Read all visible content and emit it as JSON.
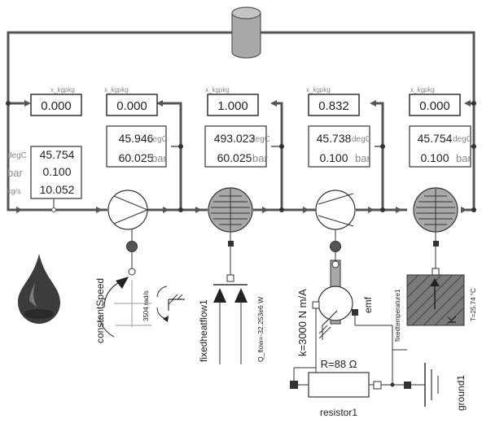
{
  "quality_blocks": [
    {
      "label": "x_kgpkg",
      "value": "0.000"
    },
    {
      "label": "x_kgpkg",
      "value": "0.000"
    },
    {
      "label": "x_kgpkg",
      "value": "1.000"
    },
    {
      "label": "x_kgpkg",
      "value": "0.832"
    },
    {
      "label": "x_kgpkg",
      "value": "0.000"
    }
  ],
  "source_block": {
    "units": [
      "degC",
      "bar",
      "kg/s"
    ],
    "values": [
      "45.754",
      "0.100",
      "10.052"
    ]
  },
  "state_blocks": [
    {
      "t": "45.946",
      "p": "60.025",
      "t_unit": "degC",
      "p_unit": "bar"
    },
    {
      "t": "493.023",
      "p": "60.025",
      "t_unit": "degC",
      "p_unit": "bar"
    },
    {
      "t": "45.738",
      "p": "0.100",
      "t_unit": "degC",
      "p_unit": "bar"
    },
    {
      "t": "45.754",
      "p": "0.100",
      "t_unit": "degC",
      "p_unit": "bar"
    }
  ],
  "labels": {
    "constant_speed": "constantSpeed",
    "speed_value": "3504 rad/s",
    "heat_flow": "fixedheatflow1",
    "q_flow": "Q_flow=-32.253e6 W",
    "emf_k": "k=3000 N m/A",
    "emf": "emf",
    "fixed_temp": "fixedtemperature1",
    "temp_value": "T=25.74 °C",
    "k_letter": "K",
    "resistor_value": "R=88 Ω",
    "resistor": "resistor1",
    "ground": "ground1"
  },
  "colors": {
    "pipe": "#555555",
    "grey_fill": "#a9a9a9",
    "dark": "#333333",
    "unit_text": "#888888",
    "icon_dark": "#3c3c3c"
  }
}
